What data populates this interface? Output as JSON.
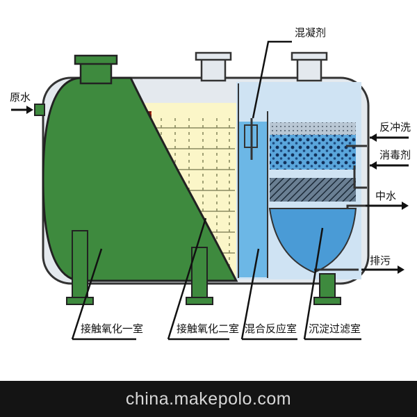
{
  "labels": {
    "raw_water": "原水",
    "coagulant": "混凝剂",
    "backwash": "反冲洗",
    "disinfectant": "消毒剂",
    "middle_water": "中水",
    "drain": "排污",
    "chamber1": "接触氧化一室",
    "chamber2": "接触氧化二室",
    "chamber3": "混合反应室",
    "chamber4": "沉淀过滤室"
  },
  "watermark": "china.makepolo.com",
  "colors": {
    "tank_green": "#3e8a3e",
    "media_yellow": "#fbf6c8",
    "mixing_blue": "#6cb7e6",
    "filter_blue": "#4a9bd6",
    "footer_bg": "#141414"
  }
}
